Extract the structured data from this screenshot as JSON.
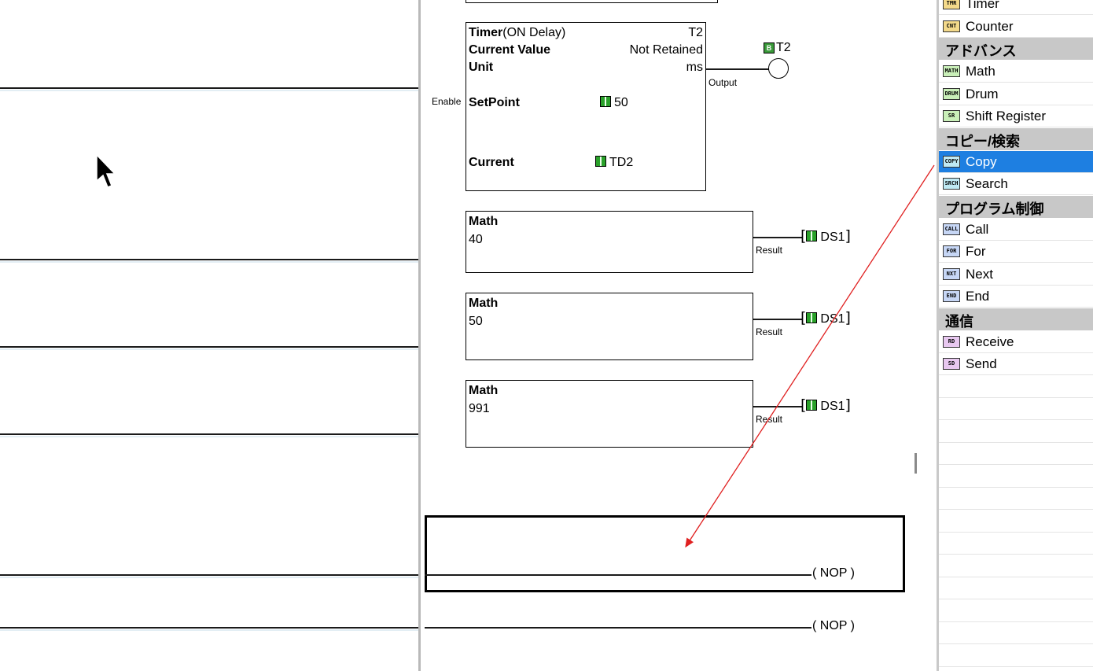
{
  "timer": {
    "title": "Timer",
    "mode": "(ON Delay)",
    "id": "T2",
    "current_value_label": "Current Value",
    "current_value": "Not Retained",
    "unit_label": "Unit",
    "unit": "ms",
    "setpoint_label": "SetPoint",
    "setpoint": "50",
    "current_label": "Current",
    "current": "TD2",
    "enable_label": "Enable",
    "output_label": "Output",
    "coil": "T2"
  },
  "math_blocks": [
    {
      "title": "Math",
      "expr": "40",
      "result_label": "Result",
      "result": "DS1"
    },
    {
      "title": "Math",
      "expr": "50",
      "result_label": "Result",
      "result": "DS1"
    },
    {
      "title": "Math",
      "expr": "991",
      "result_label": "Result",
      "result": "DS1"
    }
  ],
  "nop_rungs": [
    {
      "label": "NOP"
    },
    {
      "label": "NOP"
    }
  ],
  "palette": {
    "items": [
      {
        "type": "item",
        "icon": "TMR",
        "label": "Timer",
        "color": "#f3d98a"
      },
      {
        "type": "item",
        "icon": "CNT",
        "label": "Counter",
        "color": "#f3d98a"
      },
      {
        "type": "cat",
        "label": "アドバンス"
      },
      {
        "type": "item",
        "icon": "MATH",
        "label": "Math",
        "color": "#c9efb8"
      },
      {
        "type": "item",
        "icon": "DRUM",
        "label": "Drum",
        "color": "#c9efb8"
      },
      {
        "type": "item",
        "icon": "SR",
        "label": "Shift Register",
        "color": "#c9efb8"
      },
      {
        "type": "cat",
        "label": "コピー/検索"
      },
      {
        "type": "item",
        "icon": "COPY",
        "label": "Copy",
        "color": "#bfe9f3",
        "selected": true
      },
      {
        "type": "item",
        "icon": "SRCH",
        "label": "Search",
        "color": "#bfe9f3"
      },
      {
        "type": "cat",
        "label": "プログラム制御"
      },
      {
        "type": "item",
        "icon": "CALL",
        "label": "Call",
        "color": "#c6d6f5"
      },
      {
        "type": "item",
        "icon": "FOR",
        "label": "For",
        "color": "#c6d6f5"
      },
      {
        "type": "item",
        "icon": "NXT",
        "label": "Next",
        "color": "#c6d6f5"
      },
      {
        "type": "item",
        "icon": "END",
        "label": "End",
        "color": "#c6d6f5"
      },
      {
        "type": "cat",
        "label": "通信"
      },
      {
        "type": "item",
        "icon": "RD",
        "label": "Receive",
        "color": "#e8c8f0"
      },
      {
        "type": "item",
        "icon": "SD",
        "label": "Send",
        "color": "#e8c8f0"
      }
    ]
  },
  "colors": {
    "selection": "#1e7fe1",
    "drag_arrow": "#e02020"
  }
}
